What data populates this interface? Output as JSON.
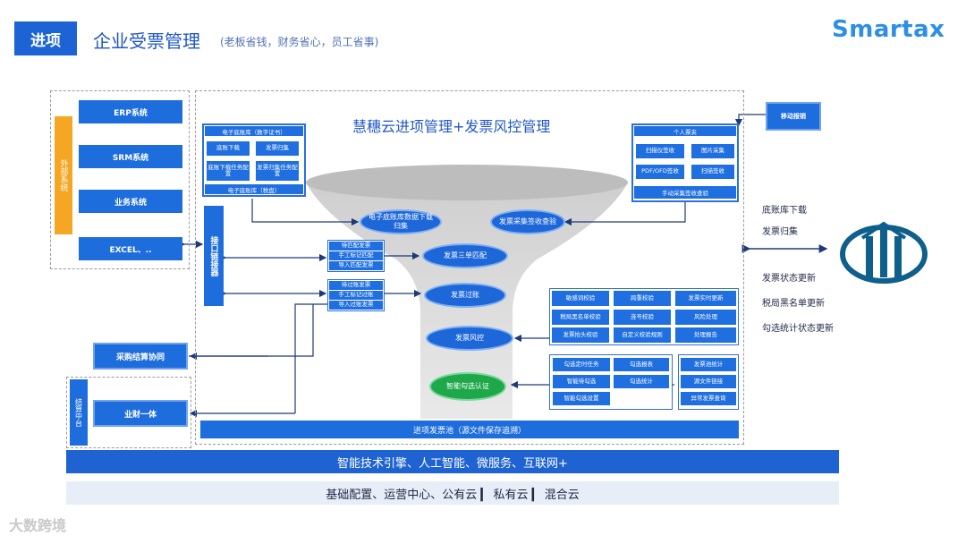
{
  "header": {
    "tag": "进项",
    "title": "企业受票管理",
    "subtitle": "(老板省钱，财务省心，员工省事)",
    "logo": "Smartax"
  },
  "external": {
    "label": "外部系统",
    "items": [
      "ERP系统",
      "SRM系统",
      "业务系统",
      "EXCEL、.."
    ]
  },
  "interface_label": "接口链接器",
  "main_title": "慧穗云进项管理+发票风控管理",
  "e_account": {
    "header": "电子底账库（数字证书）",
    "items": [
      "底账下载",
      "发票归集",
      "底账下载任务配置",
      "发票归集任务配置"
    ],
    "footer": "电子底账库（税盘）"
  },
  "personal": {
    "header": "个人票夹",
    "items": [
      "扫描仪签收",
      "图片采集",
      "PDF/OFD签收",
      "扫描签收"
    ],
    "footer": "手动采集签收查验"
  },
  "mobile": "移动报销",
  "funnel_ellipses": [
    "电子底账库数据下载归集",
    "发票采集签收查验",
    "发票三单匹配",
    "发票过账",
    "发票风控",
    "智能勾选认证"
  ],
  "match_list": [
    "待匹配发票",
    "手工标记匹配",
    "导入匹配发票"
  ],
  "posting_list": [
    "待过账发票",
    "手工标记过账",
    "导入过账发票"
  ],
  "risk_checks": [
    "敏感词校验",
    "跨重校验",
    "发票实时更新",
    "税局黑名单校验",
    "连号校验",
    "风险处理",
    "发票抬头校验",
    "自定义校验规则",
    "处理报告"
  ],
  "selection_left": [
    "勾选定时任务",
    "勾选报表",
    "智能待勾选",
    "勾选统计",
    "智能勾选设置"
  ],
  "selection_right": [
    "发票池统计",
    "源文件链接",
    "异常发票查询"
  ],
  "purchase_collab": "采购结算协同",
  "settlement_label": "结算中台",
  "finance_unity": "业财一体",
  "invoice_pool": "进项发票池（源文件保存追溯）",
  "tax_side": [
    "底账库下载",
    "发票归集",
    "发票状态更新",
    "税局黑名单更新",
    "勾选统计状态更新"
  ],
  "platform_bar": "智能技术引擎、人工智能、微服务、互联网+",
  "cloud_bar": "基础配置、运营中心、公有云   ▎ 私有云   ▎ 混合云",
  "watermark": "大数跨境",
  "colors": {
    "primary": "#1e6ddd",
    "accent_yellow": "#f5a623",
    "green": "#1ea84a",
    "funnel": "#d8d8d8"
  }
}
